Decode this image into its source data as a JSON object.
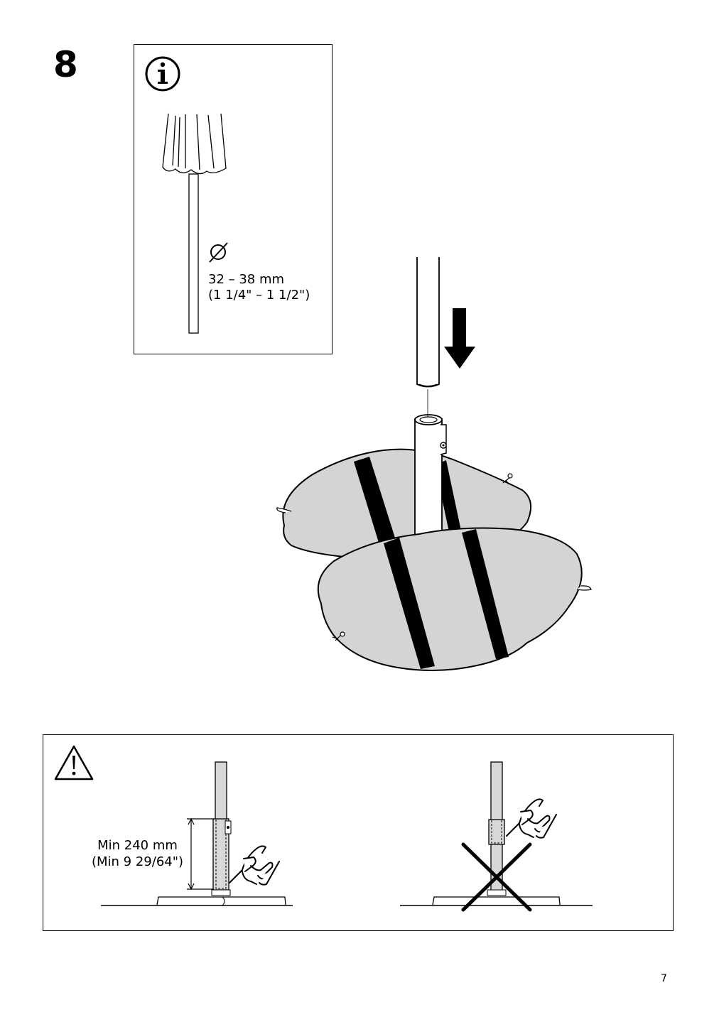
{
  "step": {
    "number": "8"
  },
  "info": {
    "icon": "info-icon",
    "diameter_symbol": "⌀",
    "diameter_mm": "32 – 38 mm",
    "diameter_in": "(1 1/4\" – 1 1/2\")"
  },
  "warning": {
    "icon": "warning-triangle-icon",
    "min_mm": "Min 240 mm",
    "min_in": "(Min 9 29/64\")"
  },
  "colors": {
    "bag_fill": "#d4d4d4",
    "pole_fill": "#d8d8d8",
    "strap": "#000000"
  },
  "page": {
    "number": "7"
  }
}
